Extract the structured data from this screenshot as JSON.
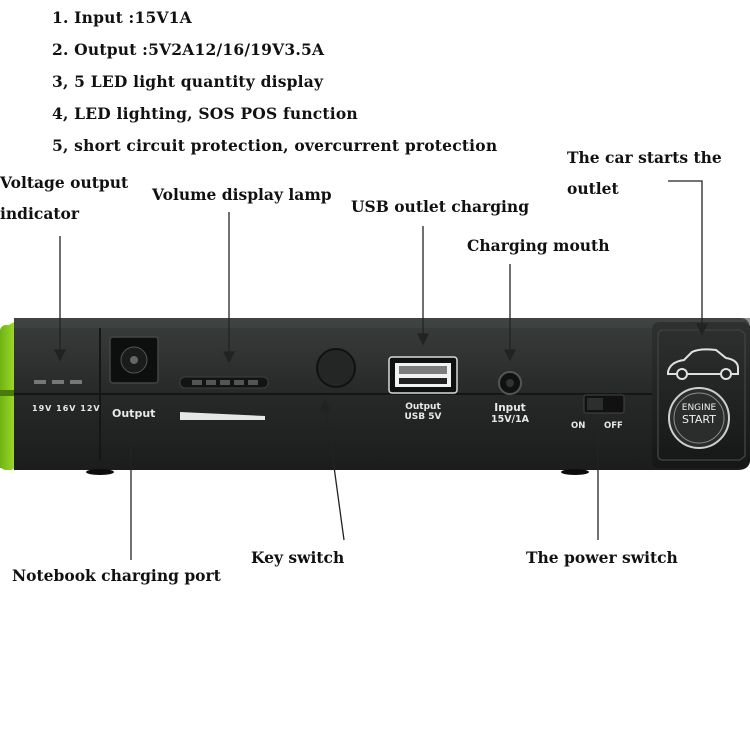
{
  "specs": [
    "1. Input :15V1A",
    "2. Output :5V2A12/16/19V3.5A",
    "3, 5 LED light quantity display",
    "4, LED lighting, SOS POS function",
    "5, short circuit protection, overcurrent protection"
  ],
  "labels": {
    "voltage_output_line1": "Voltage output",
    "voltage_output_line2": "indicator",
    "volume_display": "Volume display lamp",
    "usb_outlet": "USB outlet charging",
    "car_starts_line1": "The car starts the",
    "car_starts_line2": "outlet",
    "charging_mouth": "Charging mouth",
    "key_switch": "Key switch",
    "notebook_port": "Notebook charging port",
    "power_switch": "The power switch"
  },
  "device": {
    "voltage_marks": [
      "19V",
      "16V",
      "12V"
    ],
    "output_label": "Output",
    "usb_label_line1": "Output",
    "usb_label_line2": "USB 5V",
    "input_label_line1": "Input",
    "input_label_line2": "15V/1A",
    "switch_on": "ON",
    "switch_off": "OFF",
    "engine_line1": "ENGINE",
    "engine_line2": "START",
    "body_color": "#2a2d2c",
    "accent_color": "#8ccf1c"
  }
}
